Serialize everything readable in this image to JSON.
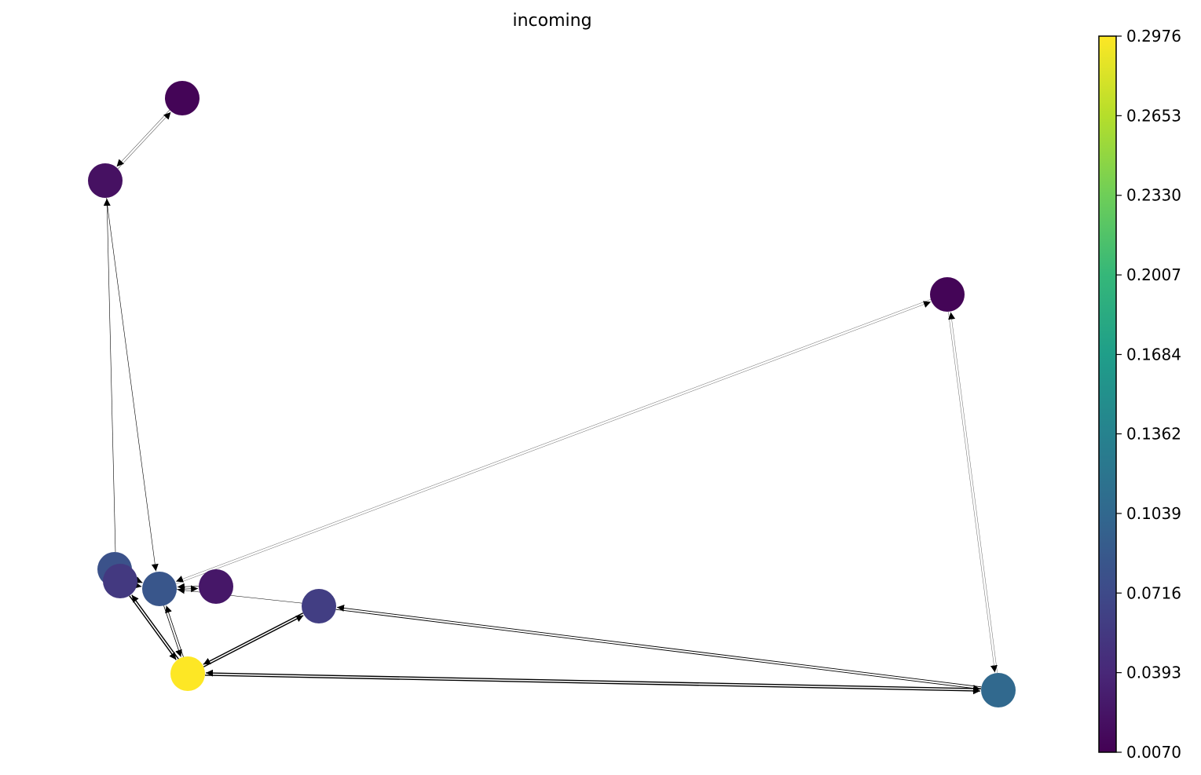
{
  "title": "incoming",
  "colormap": "viridis",
  "colorbar": {
    "min": 0.007,
    "max": 0.2976,
    "ticks": [
      "0.0070",
      "0.0393",
      "0.0716",
      "0.1039",
      "0.1362",
      "0.1684",
      "0.2007",
      "0.2330",
      "0.2653",
      "0.2976"
    ]
  },
  "nodes": [
    {
      "id": "n1",
      "value": 0.01
    },
    {
      "id": "n2",
      "value": 0.02
    },
    {
      "id": "n3",
      "value": 0.01
    },
    {
      "id": "n4",
      "value": 0.08
    },
    {
      "id": "n5",
      "value": 0.055
    },
    {
      "id": "n6",
      "value": 0.085
    },
    {
      "id": "n7",
      "value": 0.025
    },
    {
      "id": "n8",
      "value": 0.06
    },
    {
      "id": "n9",
      "value": 0.2976
    },
    {
      "id": "n10",
      "value": 0.105
    }
  ],
  "edges": [
    {
      "from": "n1",
      "to": "n2",
      "weight": 0.5
    },
    {
      "from": "n2",
      "to": "n1",
      "weight": 0.5
    },
    {
      "from": "n4",
      "to": "n2",
      "weight": 0.6
    },
    {
      "from": "n2",
      "to": "n6",
      "weight": 0.6
    },
    {
      "from": "n3",
      "to": "n6",
      "weight": 0.3
    },
    {
      "from": "n6",
      "to": "n3",
      "weight": 0.3
    },
    {
      "from": "n3",
      "to": "n10",
      "weight": 0.3
    },
    {
      "from": "n10",
      "to": "n3",
      "weight": 0.3
    },
    {
      "from": "n5",
      "to": "n6",
      "weight": 1.0
    },
    {
      "from": "n4",
      "to": "n6",
      "weight": 1.0
    },
    {
      "from": "n7",
      "to": "n6",
      "weight": 0.6
    },
    {
      "from": "n6",
      "to": "n7",
      "weight": 0.6
    },
    {
      "from": "n8",
      "to": "n6",
      "weight": 0.5
    },
    {
      "from": "n8",
      "to": "n9",
      "weight": 1.4
    },
    {
      "from": "n9",
      "to": "n8",
      "weight": 1.4
    },
    {
      "from": "n6",
      "to": "n9",
      "weight": 0.8
    },
    {
      "from": "n9",
      "to": "n6",
      "weight": 0.8
    },
    {
      "from": "n5",
      "to": "n9",
      "weight": 1.4
    },
    {
      "from": "n9",
      "to": "n5",
      "weight": 1.4
    },
    {
      "from": "n10",
      "to": "n8",
      "weight": 0.9
    },
    {
      "from": "n8",
      "to": "n10",
      "weight": 0.9
    },
    {
      "from": "n10",
      "to": "n9",
      "weight": 1.4
    },
    {
      "from": "n9",
      "to": "n10",
      "weight": 1.4
    }
  ]
}
